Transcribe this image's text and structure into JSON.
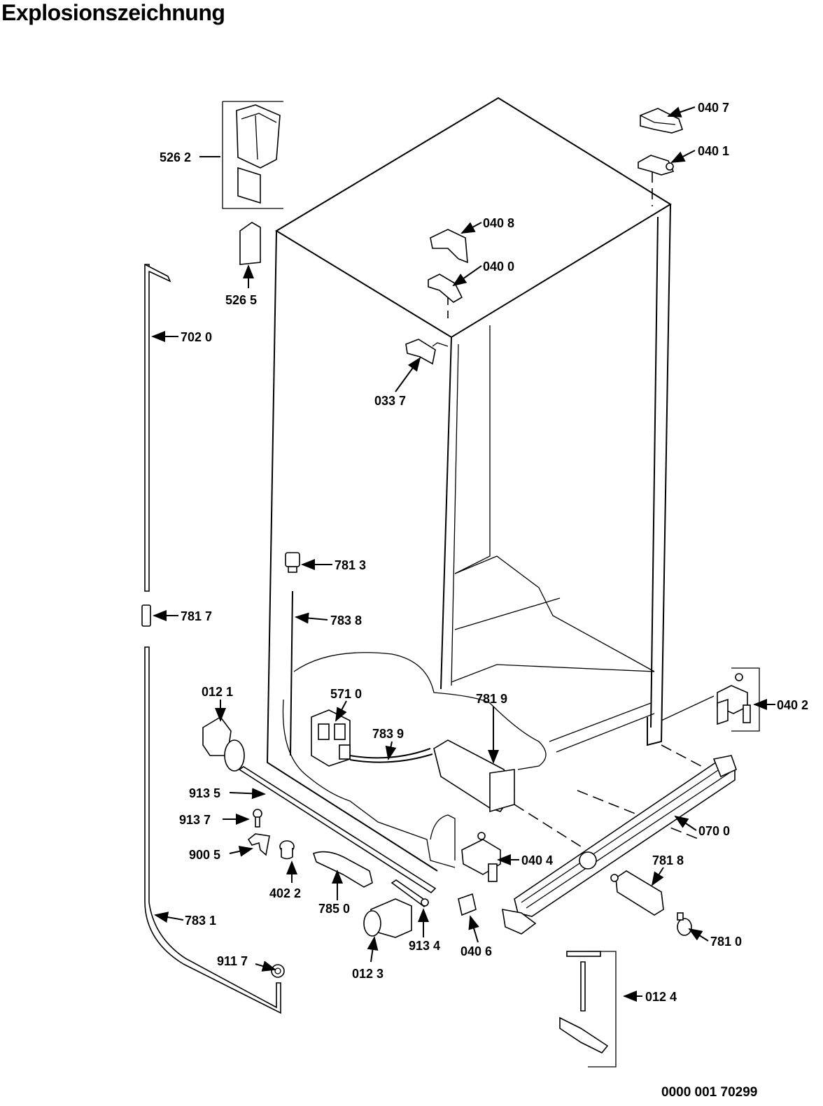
{
  "page": {
    "title": "Explosionszeichnung",
    "doc_number": "0000 001 70299"
  },
  "labels": {
    "p0407": "040 7",
    "p0401": "040 1",
    "p5262": "526 2",
    "p0408": "040 8",
    "p0400": "040 0",
    "p5265": "526 5",
    "p7020": "702 0",
    "p0337": "033 7",
    "p7813": "781 3",
    "p7817": "781 7",
    "p7838": "783 8",
    "p0121": "012 1",
    "p5710": "571 0",
    "p7819": "781 9",
    "p7839": "783 9",
    "p0402": "040 2",
    "p9135": "913 5",
    "p9137": "913 7",
    "p0700": "070 0",
    "p9005": "900 5",
    "p0404": "040 4",
    "p7818": "781 8",
    "p4022": "402 2",
    "p7850": "785 0",
    "p7831": "783 1",
    "p0123": "012 3",
    "p9134": "913 4",
    "p0406": "040 6",
    "p7810": "781 0",
    "p9117": "911 7",
    "p0124": "012 4"
  }
}
